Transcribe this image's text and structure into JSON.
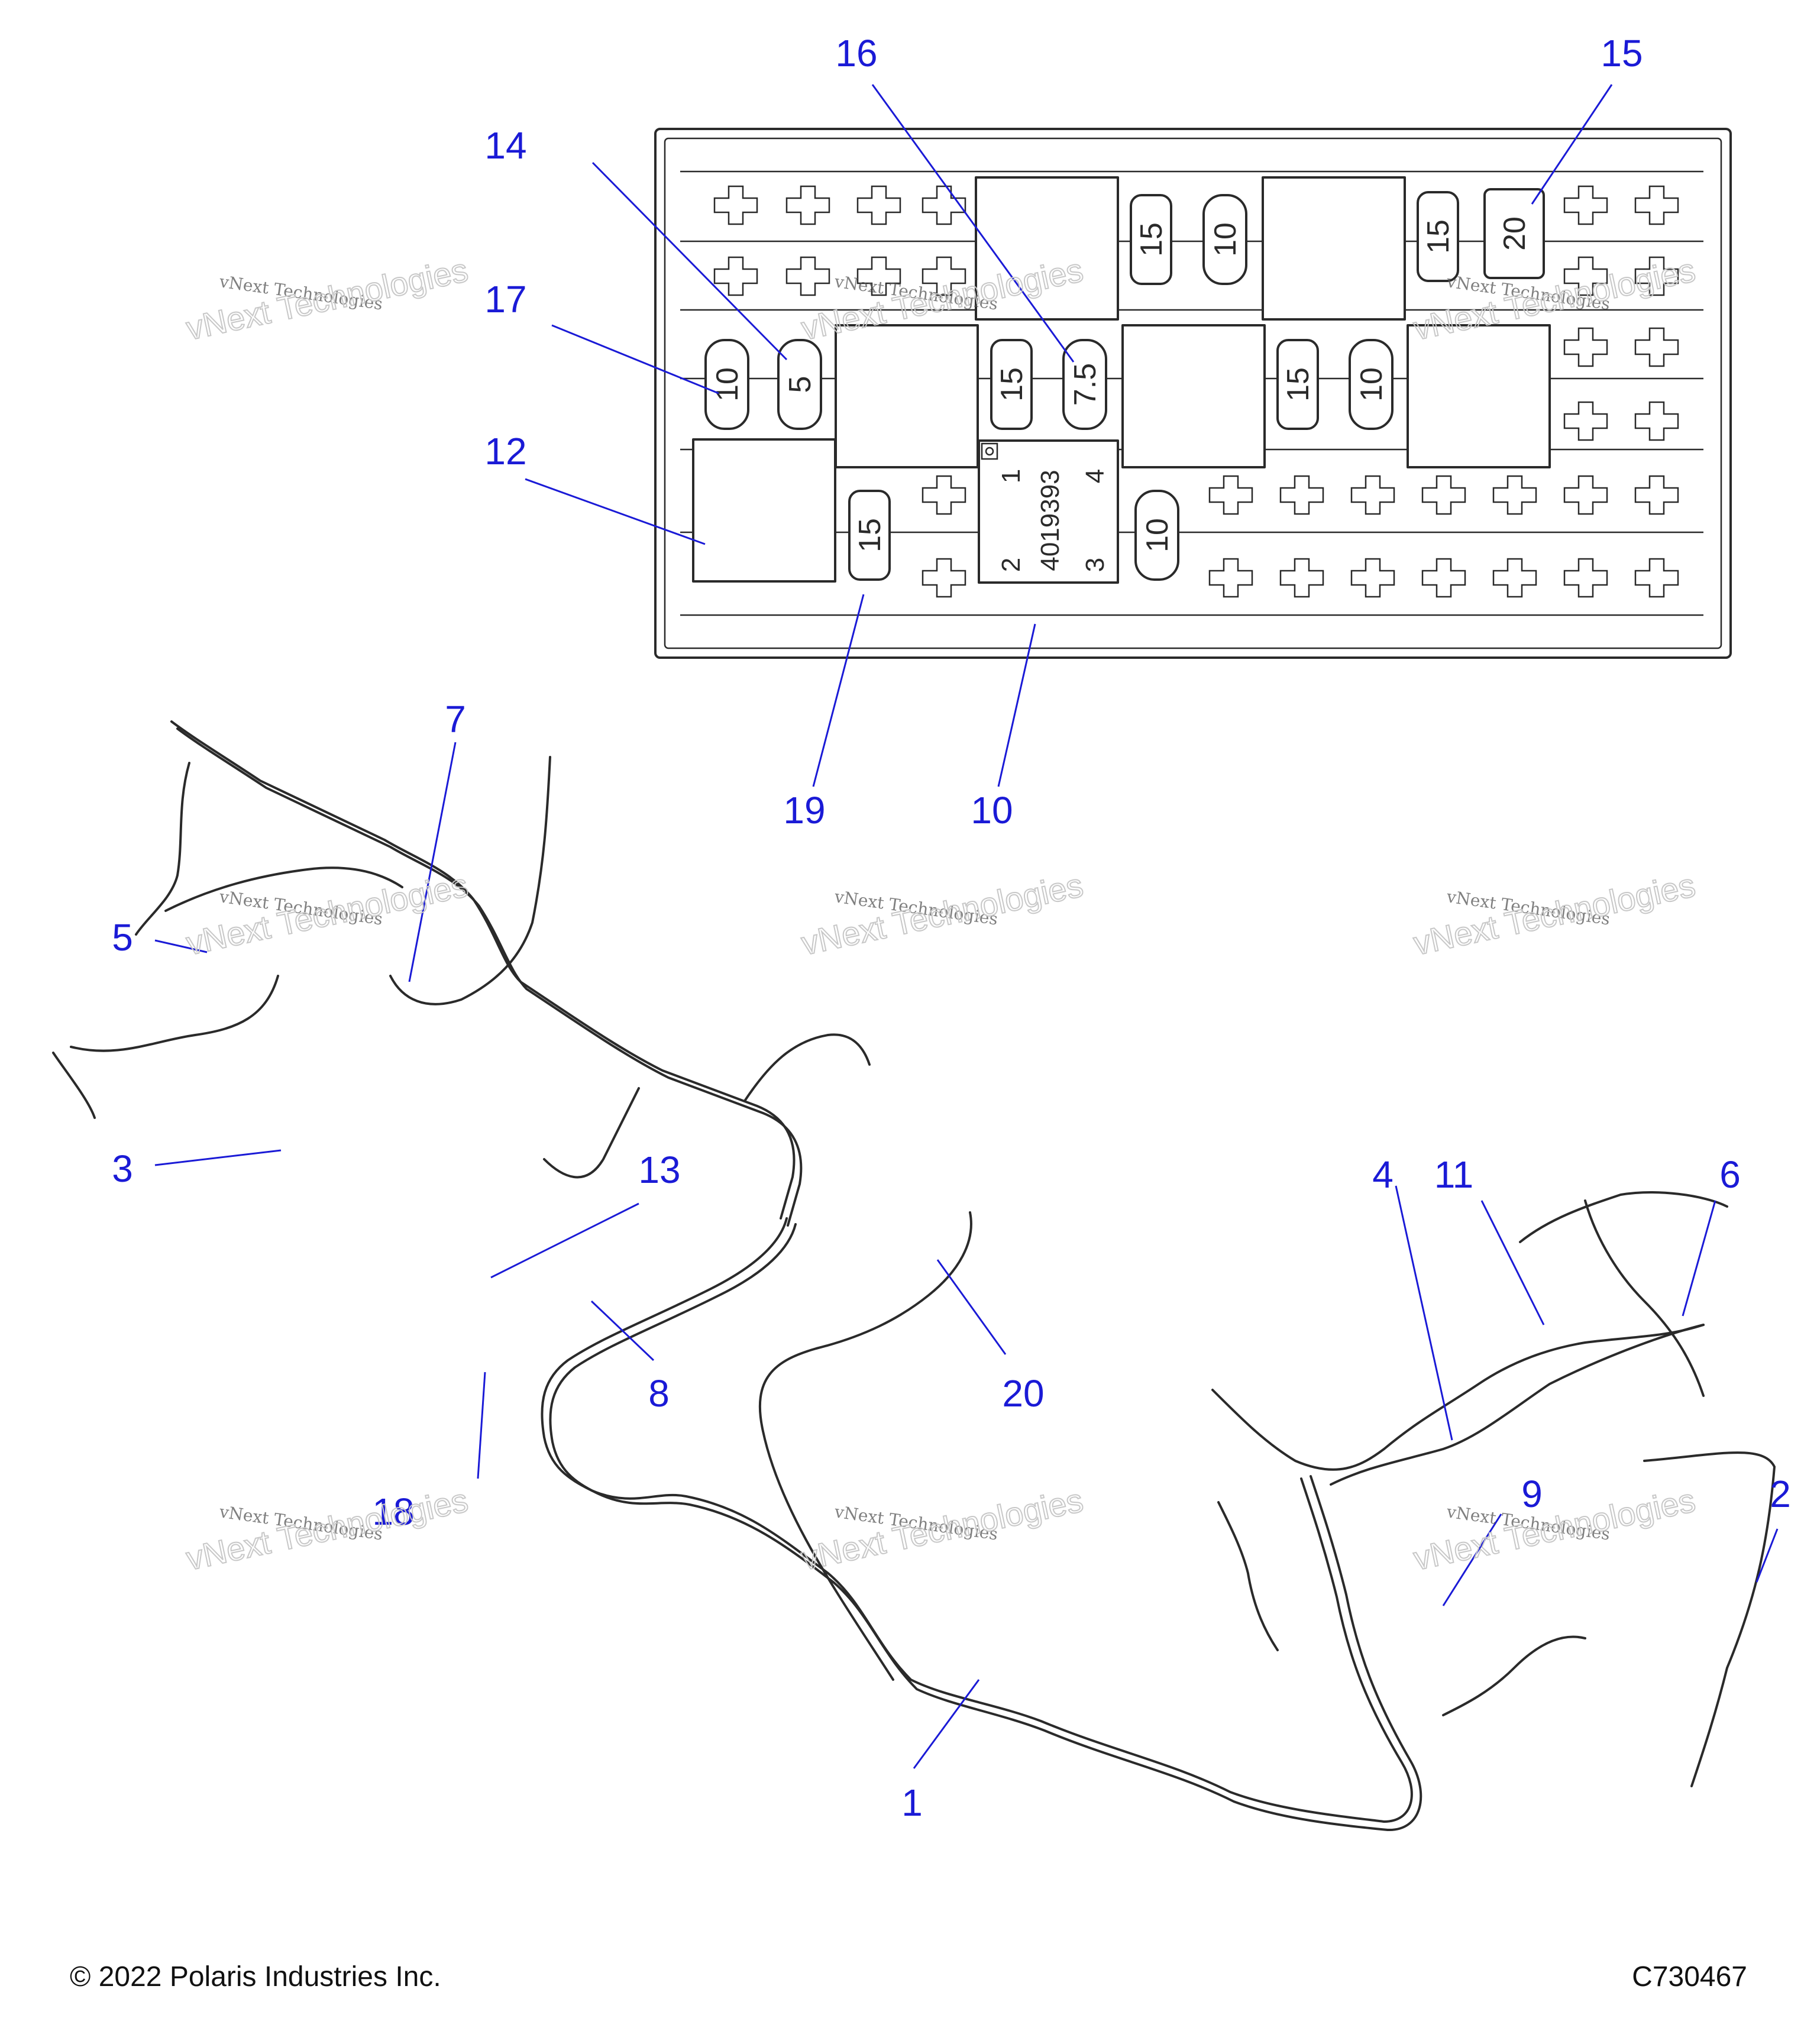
{
  "callouts": [
    {
      "id": "1",
      "label": "1"
    },
    {
      "id": "2",
      "label": "2"
    },
    {
      "id": "3",
      "label": "3"
    },
    {
      "id": "4",
      "label": "4"
    },
    {
      "id": "5",
      "label": "5"
    },
    {
      "id": "6",
      "label": "6"
    },
    {
      "id": "7",
      "label": "7"
    },
    {
      "id": "8",
      "label": "8"
    },
    {
      "id": "9",
      "label": "9"
    },
    {
      "id": "10",
      "label": "10"
    },
    {
      "id": "11",
      "label": "11"
    },
    {
      "id": "12",
      "label": "12"
    },
    {
      "id": "13",
      "label": "13"
    },
    {
      "id": "14",
      "label": "14"
    },
    {
      "id": "15",
      "label": "15"
    },
    {
      "id": "16",
      "label": "16"
    },
    {
      "id": "17",
      "label": "17"
    },
    {
      "id": "18",
      "label": "18"
    },
    {
      "id": "19",
      "label": "19"
    },
    {
      "id": "20",
      "label": "20"
    }
  ],
  "fuse_box": {
    "fuses": [
      "15",
      "10",
      "15",
      "20",
      "10",
      "5",
      "15",
      "7.5",
      "15",
      "10",
      "15",
      "10"
    ],
    "relay": {
      "part_number": "4019393",
      "pins": [
        "1",
        "2",
        "3",
        "4"
      ]
    }
  },
  "watermark": {
    "line1": "vNext Technologies",
    "line2": "vNext Technologies"
  },
  "footer": {
    "copyright": "© 2022 Polaris Industries Inc.",
    "drawing_id": "C730467"
  },
  "colors": {
    "callout": "#1a1ad6",
    "ink": "#2a2a2a",
    "background": "#ffffff"
  }
}
